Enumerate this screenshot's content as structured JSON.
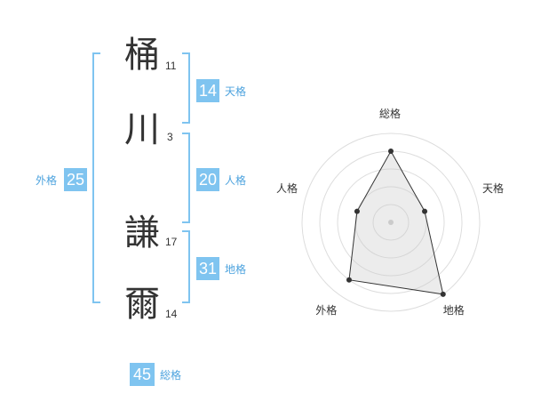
{
  "name": {
    "characters": [
      {
        "char": "桶",
        "strokes": "11"
      },
      {
        "char": "川",
        "strokes": "3"
      },
      {
        "char": "謙",
        "strokes": "17"
      },
      {
        "char": "爾",
        "strokes": "14"
      }
    ]
  },
  "fortune": {
    "tenkaku": {
      "value": "14",
      "label": "天格"
    },
    "jinkaku": {
      "value": "20",
      "label": "人格"
    },
    "chikaku": {
      "value": "31",
      "label": "地格"
    },
    "gaikaku": {
      "value": "25",
      "label": "外格"
    },
    "soukaku": {
      "value": "45",
      "label": "総格"
    }
  },
  "colors": {
    "accent": "#7fc4f0",
    "label": "#4da3de",
    "bracket": "#7fc4f0",
    "text": "#333333"
  },
  "chart_data": {
    "type": "radar",
    "axes": [
      "総格",
      "天格",
      "地格",
      "外格",
      "人格"
    ],
    "values": [
      4,
      2,
      5,
      4,
      2
    ],
    "rmax": 5,
    "rings": 5
  }
}
